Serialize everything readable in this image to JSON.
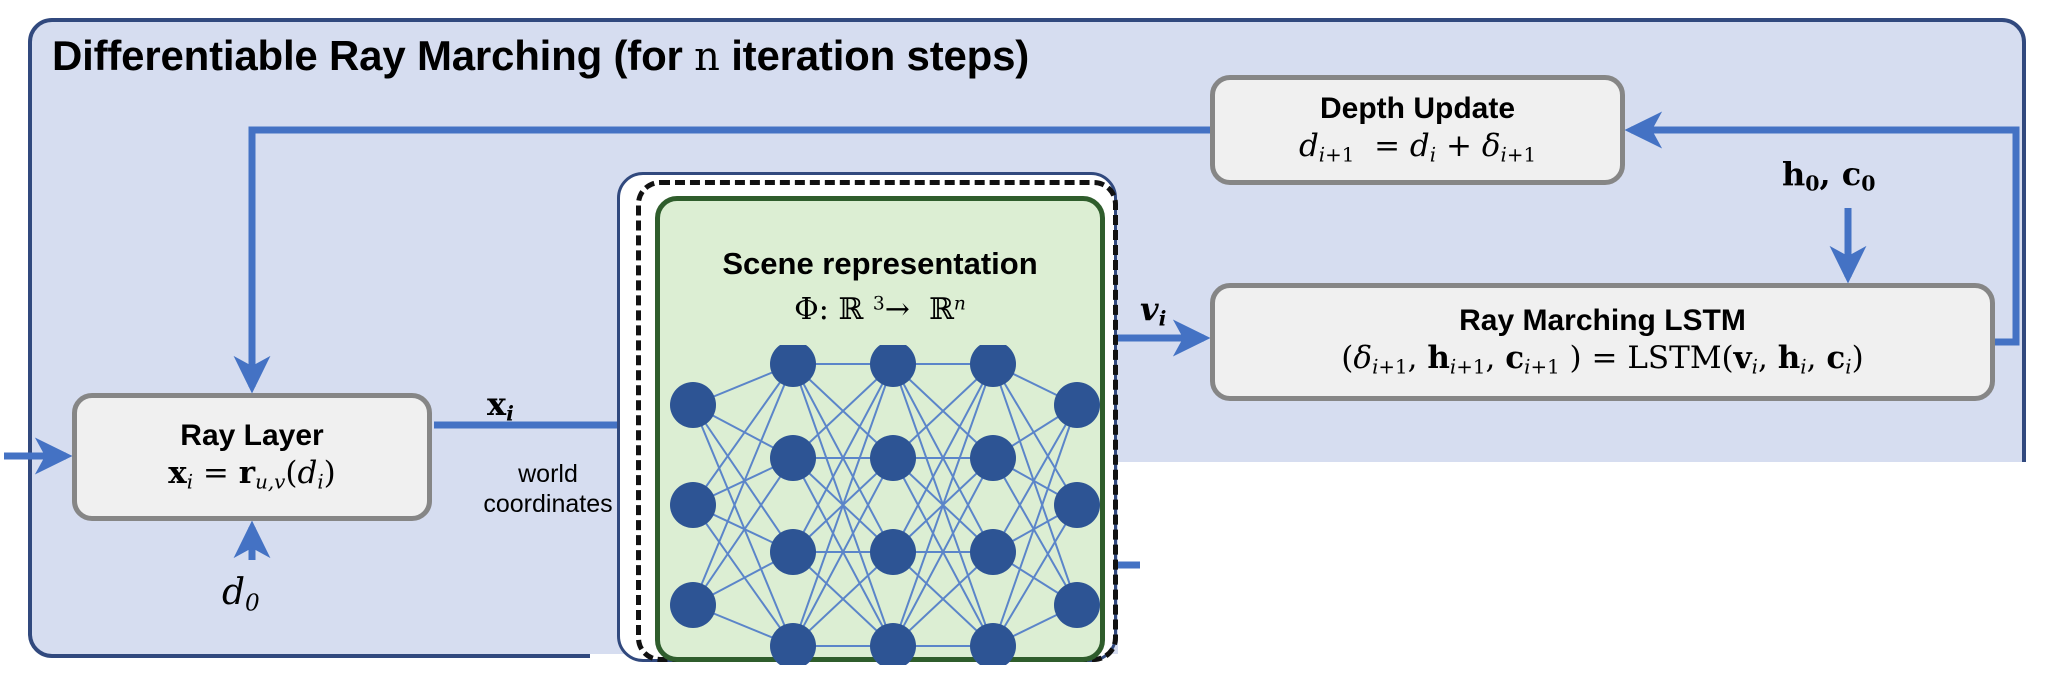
{
  "diagram": {
    "type": "flowchart",
    "title_parts": {
      "before": "Differentiable Ray Marching (for ",
      "variable": "n",
      "after": " iteration steps)"
    },
    "colors": {
      "panel_fill": "#d6ddf0",
      "panel_border": "#31497e",
      "box_fill": "#f0f0f0",
      "box_border": "#868686",
      "scene_fill": "#dceed3",
      "scene_border": "#2f5d2c",
      "arrow": "#4472c4",
      "node": "#2d5494",
      "edge": "#5b85c9",
      "dashed_border": "#111111"
    },
    "boxes": {
      "ray_layer": {
        "title": "Ray Layer",
        "equation": "x_i = r_{u,v}(d_i)"
      },
      "scene_representation": {
        "title": "Scene representation",
        "equation": "Φ: ℝ 3 → ℝ n"
      },
      "depth_update": {
        "title": "Depth Update",
        "equation": "d_{i+1} = d_i + δ_{i+1}"
      },
      "ray_marching_lstm": {
        "title": "Ray Marching LSTM",
        "equation": "(δ_{i+1}, h_{i+1}, c_{i+1}) = LSTM(v_i, h_i, c_i)"
      }
    },
    "labels": {
      "x_i": "x_i",
      "world_coordinates": "world\ncoordinates",
      "v_i": "v_i",
      "h0_c0": "h_0, c_0",
      "d_0": "d_0"
    },
    "network": {
      "layer_sizes": [
        3,
        4,
        4,
        4,
        3
      ],
      "node_color": "#2d5494",
      "edge_color": "#5b85c9"
    },
    "arrows": [
      {
        "name": "input-to-ray-layer",
        "from": "left-edge",
        "to": "ray_layer",
        "direction": "right"
      },
      {
        "name": "d0-to-ray-layer",
        "from": "d_0",
        "to": "ray_layer",
        "direction": "up"
      },
      {
        "name": "feedback-to-ray-layer",
        "from": "depth_update",
        "to": "ray_layer",
        "direction": "down"
      },
      {
        "name": "ray-layer-to-scene",
        "from": "ray_layer",
        "to": "scene_representation",
        "direction": "right",
        "label": "x_i / world coordinates"
      },
      {
        "name": "scene-to-lstm",
        "from": "scene_representation",
        "to": "ray_marching_lstm",
        "direction": "right",
        "label": "v_i"
      },
      {
        "name": "init-state-to-lstm",
        "from": "h0_c0",
        "to": "ray_marching_lstm",
        "direction": "down"
      },
      {
        "name": "lstm-to-depth-update",
        "from": "ray_marching_lstm",
        "to": "depth_update",
        "direction": "left"
      }
    ]
  }
}
